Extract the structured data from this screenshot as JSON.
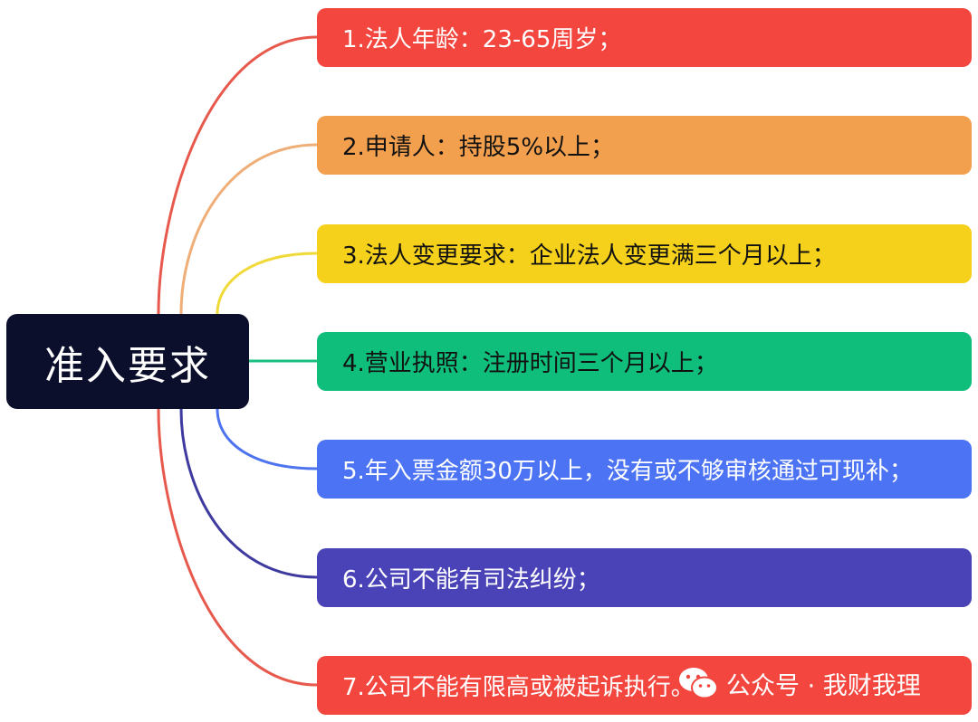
{
  "root": {
    "label": "准入要求",
    "background": "#0b0f2b",
    "text_color": "#ffffff"
  },
  "branches": [
    {
      "label": "1.法人年龄：23-65周岁；",
      "color": "#f2463f",
      "text_color": "#ffffff"
    },
    {
      "label": "2.申请人：持股5%以上；",
      "color": "#f3a04e",
      "text_color": "#111111"
    },
    {
      "label": "3.法人变更要求：企业法人变更满三个月以上；",
      "color": "#f5d11c",
      "text_color": "#111111"
    },
    {
      "label": "4.营业执照：注册时间三个月以上；",
      "color": "#10be7c",
      "text_color": "#111111"
    },
    {
      "label": "5.年入票金额30万以上，没有或不够审核通过可现补；",
      "color": "#4b73f3",
      "text_color": "#ffffff"
    },
    {
      "label": "6.公司不能有司法纠纷；",
      "color": "#4a43b8",
      "text_color": "#ffffff"
    },
    {
      "label": "7.公司不能有限高或被起诉执行。",
      "color": "#f2463f",
      "text_color": "#ffffff"
    }
  ],
  "connector_colors": [
    "#e8594d",
    "#efae77",
    "#f0da3a",
    "#18bf80",
    "#4d73ee",
    "#3e3a9f",
    "#e8594d"
  ],
  "watermark": {
    "text": "公众号 · 我财我理",
    "icon": "wechat-icon"
  }
}
